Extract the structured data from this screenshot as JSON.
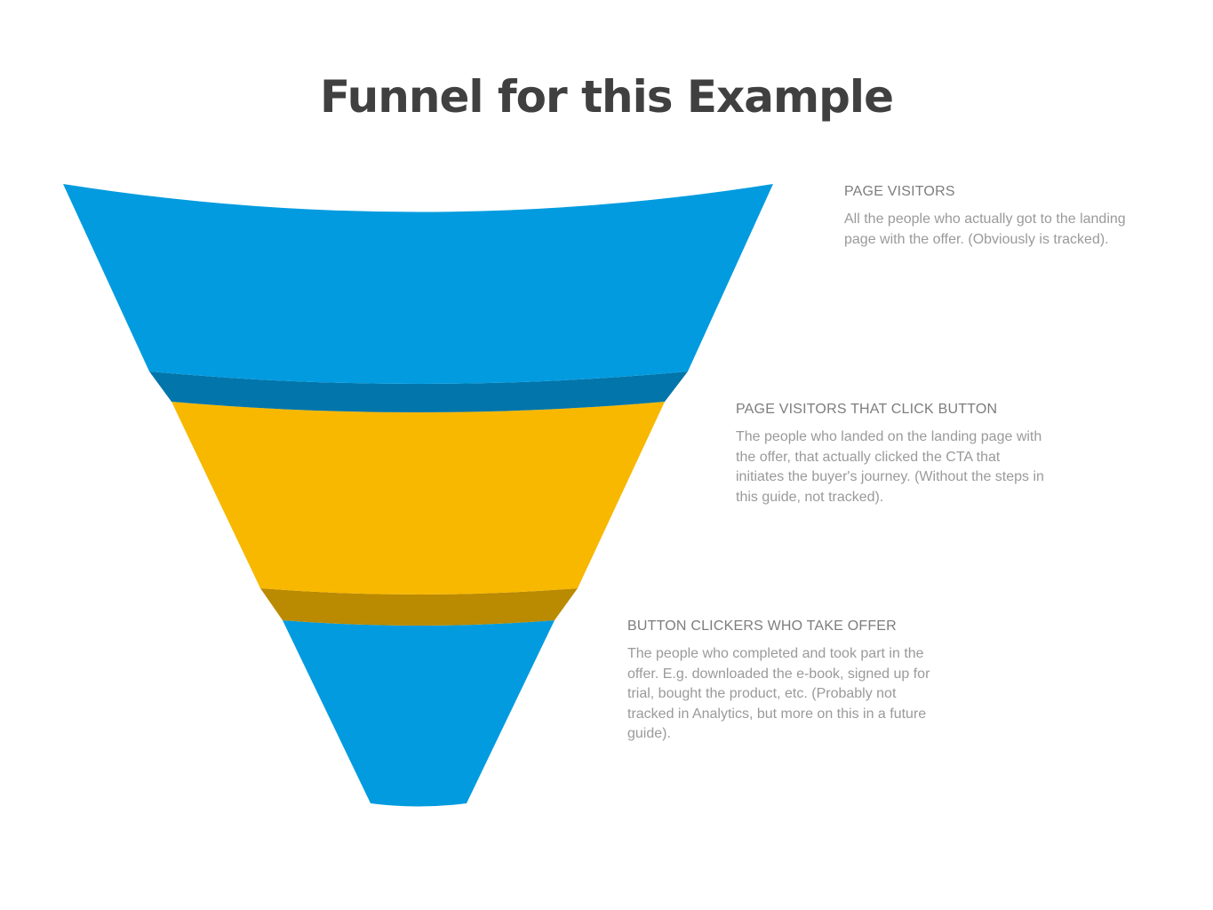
{
  "title": "Funnel for this Example",
  "colors": {
    "top": "#039BDF",
    "top_band": "#0275AA",
    "middle": "#F8B800",
    "middle_band": "#BA8A00",
    "bottom": "#039BDF",
    "text_heading": "#7d7d7d",
    "text_body": "#9a9a9a",
    "title": "#404040"
  },
  "stages": [
    {
      "heading": "PAGE VISITORS",
      "description": "All the people who actually got to the landing page with the offer. (Obviously is tracked)."
    },
    {
      "heading": "PAGE VISITORS THAT CLICK BUTTON",
      "description": "The people who landed on the landing page with the offer, that actually clicked the CTA that initiates the buyer's journey. (Without the steps in this guide, not tracked)."
    },
    {
      "heading": "BUTTON CLICKERS WHO TAKE OFFER",
      "description": "The people who completed and took part in the offer. E.g. downloaded the e-book, signed up for trial, bought the product, etc. (Probably not tracked in Analytics, but more on this in a future guide)."
    }
  ]
}
